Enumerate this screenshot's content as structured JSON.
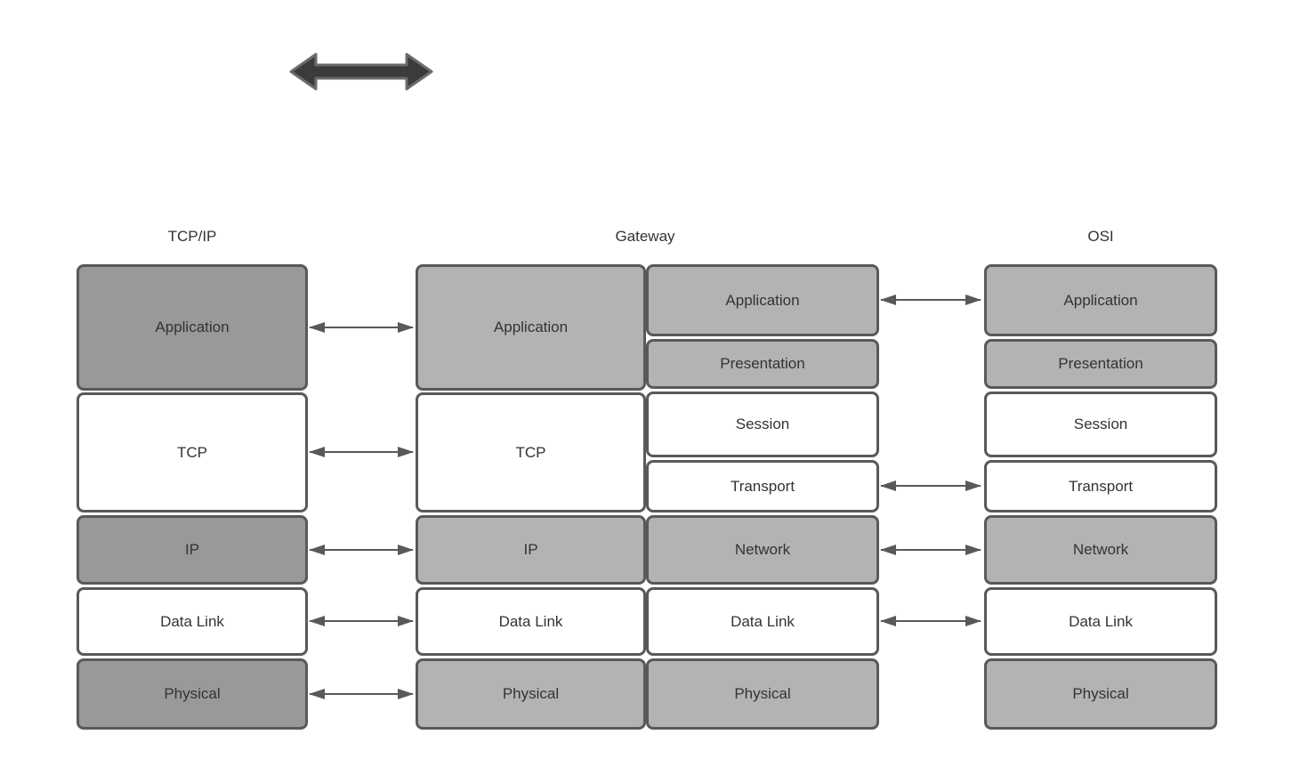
{
  "headers": {
    "tcpip": "TCP/IP",
    "gateway": "Gateway",
    "osi": "OSI"
  },
  "colors": {
    "dark_gray_fill": "#999999",
    "light_gray_fill": "#b3b3b3",
    "white_fill": "#ffffff",
    "box_border": "#595959",
    "arrow": "#595959",
    "thick_arrow_fill": "#3b3b3b",
    "thick_arrow_stroke": "#6b6b6b",
    "text": "#333333",
    "background": "#ffffff"
  },
  "icons": {
    "double_arrow": "thick-horizontal-double-headed-arrow"
  },
  "columns": {
    "tcpip": {
      "layers": [
        {
          "label": "Application",
          "fill": "#999999"
        },
        {
          "label": "TCP",
          "fill": "#ffffff"
        },
        {
          "label": "IP",
          "fill": "#999999"
        },
        {
          "label": "Data Link",
          "fill": "#ffffff"
        },
        {
          "label": "Physical",
          "fill": "#999999"
        }
      ]
    },
    "gateway_left": {
      "layers": [
        {
          "label": "Application",
          "fill": "#b3b3b3"
        },
        {
          "label": "TCP",
          "fill": "#ffffff"
        },
        {
          "label": "IP",
          "fill": "#b3b3b3"
        },
        {
          "label": "Data Link",
          "fill": "#ffffff"
        },
        {
          "label": "Physical",
          "fill": "#b3b3b3"
        }
      ]
    },
    "gateway_right": {
      "layers": [
        {
          "label": "Application",
          "fill": "#b3b3b3"
        },
        {
          "label": "Presentation",
          "fill": "#b3b3b3"
        },
        {
          "label": "Session",
          "fill": "#ffffff"
        },
        {
          "label": "Transport",
          "fill": "#ffffff"
        },
        {
          "label": "Network",
          "fill": "#b3b3b3"
        },
        {
          "label": "Data Link",
          "fill": "#ffffff"
        },
        {
          "label": "Physical",
          "fill": "#b3b3b3"
        }
      ]
    },
    "osi": {
      "layers": [
        {
          "label": "Application",
          "fill": "#b3b3b3"
        },
        {
          "label": "Presentation",
          "fill": "#b3b3b3"
        },
        {
          "label": "Session",
          "fill": "#ffffff"
        },
        {
          "label": "Transport",
          "fill": "#ffffff"
        },
        {
          "label": "Network",
          "fill": "#b3b3b3"
        },
        {
          "label": "Data Link",
          "fill": "#ffffff"
        },
        {
          "label": "Physical",
          "fill": "#b3b3b3"
        }
      ]
    }
  },
  "connections": {
    "tcpip_to_gateway": [
      "Application",
      "TCP",
      "IP",
      "Data Link",
      "Physical"
    ],
    "gateway_to_osi": [
      "Application",
      "Transport",
      "Network",
      "Data Link"
    ]
  }
}
